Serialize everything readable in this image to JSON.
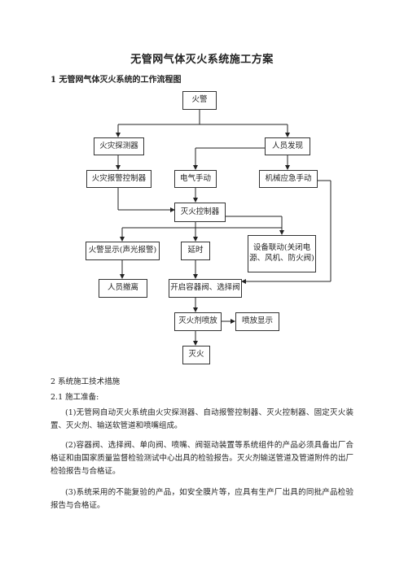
{
  "title": "无管网气体灭火系统施工方案",
  "section1_heading": "1 无管网气体灭火系统的工作流程图",
  "flow": {
    "alarm": "火警",
    "fire_detector": "火灾探测器",
    "personnel_discovery": "人员发现",
    "fire_alarm_controller": "火灾报警控制器",
    "electric_manual": "电气手动",
    "mechanical_emergency": "机械应急手动",
    "extinguishing_controller": "灭火控制器",
    "alarm_display": "火警显示(声光报警)",
    "delay": "延时",
    "equipment_linkage_line1": "设备联动(关闭电",
    "equipment_linkage_line2": "源、风机、防火阀)",
    "evacuation": "人员撤离",
    "open_valves": "开启容器阀、选择阀",
    "agent_spray": "灭火剂喷放",
    "spray_display": "喷放显示",
    "fire_out": "灭火"
  },
  "section2_heading": "2 系统施工技术措施",
  "section2_1_heading": "2.1 施工准备:",
  "paragraphs": {
    "p1": "(1)无管网自动灭火系统由火灾探测器、自动报警控制器、灭火控制器、固定灭火装置、灭火剂、输送软管道和喷嘴组成。",
    "p2": "(2)容器阀、选择阀、单向阀、喷嘴、阀驱动装置等系统组件的产品必须具备出厂合格证和由国家质量监督检验测试中心出具的检验报告。灭火剂输送管道及管道附件的出厂检验报告与合格证。",
    "p3": "(3)系统采用的不能复验的产品，如安全膜片等，应具有生产厂出具的同批产品检验报告与合格证。"
  }
}
